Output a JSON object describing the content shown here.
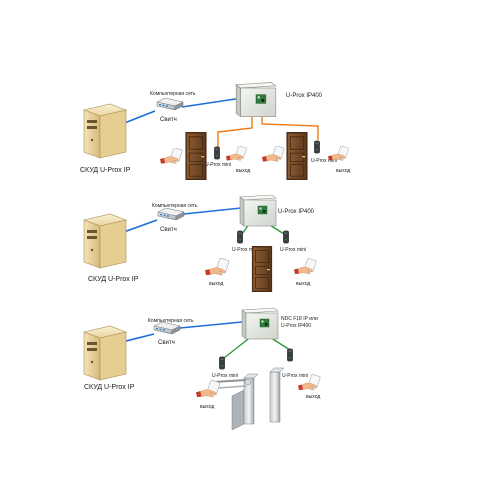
{
  "scheme1": {
    "network_label": "Компьютерная сеть",
    "switch_label": "Свитч",
    "controller_label": "U-Prox IP400",
    "reader_left_label": "U-Prox mini",
    "reader_right_label": "U-Prox mini",
    "exit_left_label": "выход",
    "exit_right_label": "выход",
    "server_label": "СКУД U-Prox IP"
  },
  "scheme2": {
    "network_label": "Компьютерная сеть",
    "switch_label": "Свитч",
    "controller_label": "U-Prox IP400",
    "reader_left_label": "U-Prox mini",
    "reader_right_label": "U-Prox mini",
    "exit_left_label": "выход",
    "exit_right_label": "выход",
    "server_label": "СКУД U-Prox IP"
  },
  "scheme3": {
    "network_label": "Компьютерная сеть",
    "switch_label": "Свитч",
    "controller_label_line1": "NDC F18 IP или",
    "controller_label_line2": "U-Prox IP400",
    "reader_left_label": "U-Prox mini",
    "reader_right_label": "U-Prox mini",
    "exit_left_label": "выход",
    "exit_right_label": "выход",
    "server_label": "СКУД U-Prox IP"
  },
  "colors": {
    "network_line": "#1e6fd8",
    "reader_line_orange": "#f07a12",
    "reader_line_green": "#2e9a3a",
    "controller_box": "#e8ebe6",
    "server_case": "#e8cf96",
    "door_wood": "#7a4e2a"
  },
  "icons": [
    "server-icon",
    "switch-icon",
    "controller-icon",
    "card-reader-icon",
    "door-icon",
    "hand-card-icon",
    "turnstile-icon"
  ]
}
